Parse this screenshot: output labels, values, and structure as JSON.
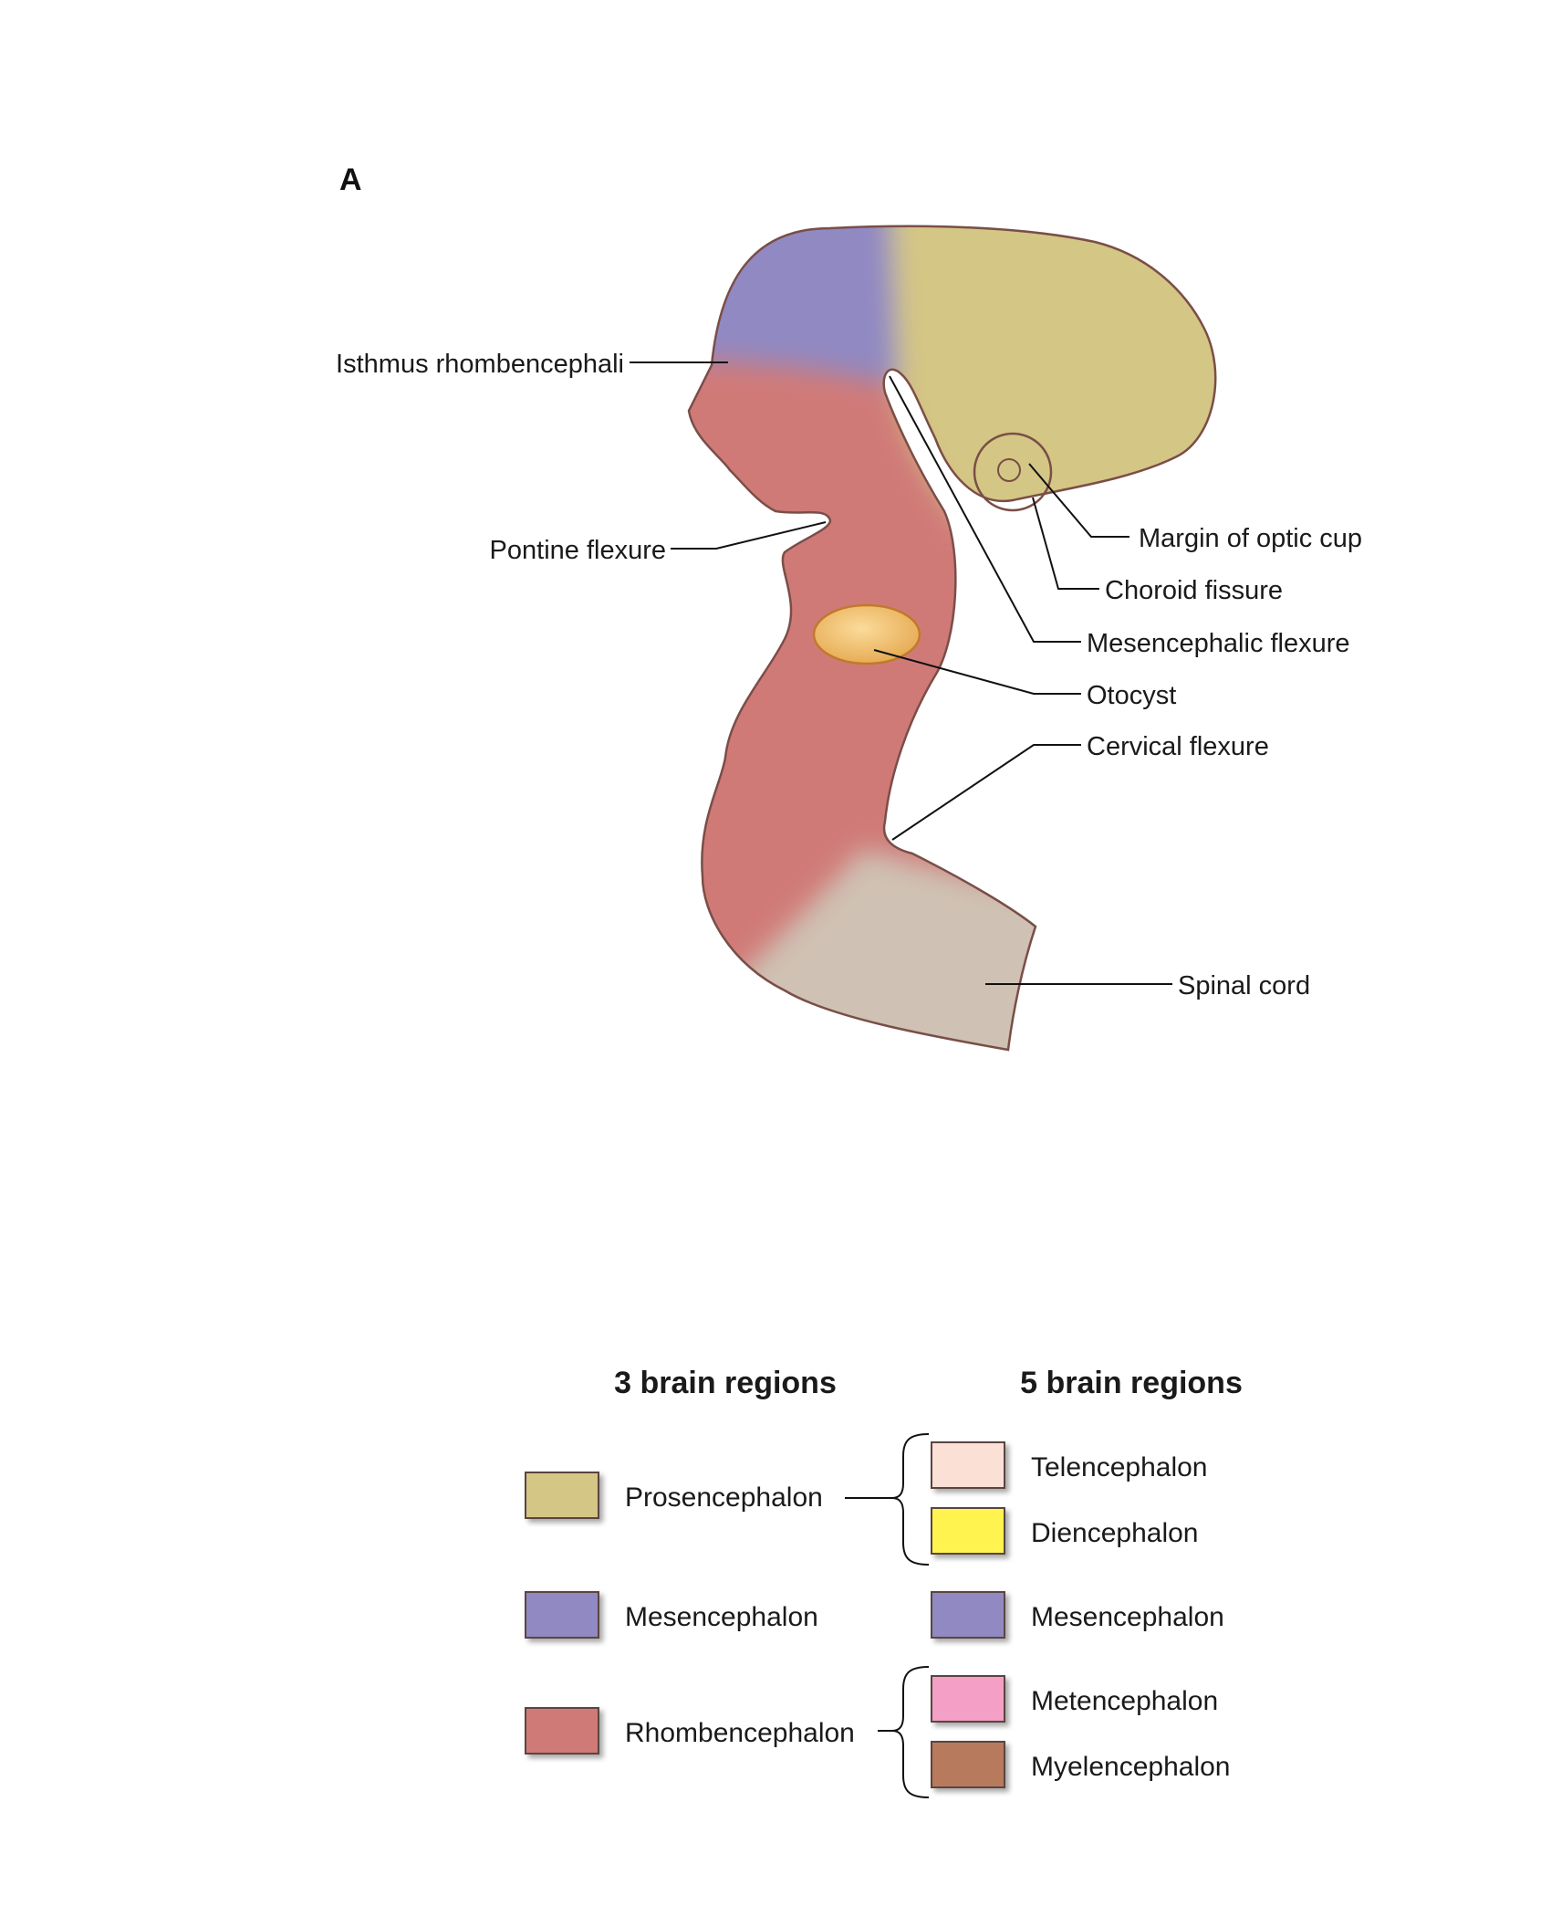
{
  "panel_letter": "A",
  "labels": {
    "isthmus": "Isthmus rhombencephali",
    "pontine": "Pontine flexure",
    "optic_cup": "Margin of optic cup",
    "choroid": "Choroid fissure",
    "mesencephalic": "Mesencephalic flexure",
    "otocyst": "Otocyst",
    "cervical": "Cervical flexure",
    "spinal": "Spinal cord"
  },
  "colors": {
    "prosencephalon": "#d4c684",
    "mesencephalon": "#9189c2",
    "rhombencephalon": "#d07a78",
    "telencephalon": "#fbe0d6",
    "diencephalon": "#fff450",
    "metencephalon": "#f49fc6",
    "myelencephalon": "#b87a5c",
    "spinal_cord": "#cfc1b3",
    "otocyst": "#f0c070",
    "outline": "#7a4e48"
  },
  "legend": {
    "header_3": "3 brain regions",
    "header_5": "5 brain regions",
    "three": [
      {
        "name": "Prosencephalon",
        "color_key": "prosencephalon"
      },
      {
        "name": "Mesencephalon",
        "color_key": "mesencephalon"
      },
      {
        "name": "Rhombencephalon",
        "color_key": "rhombencephalon"
      }
    ],
    "five": [
      {
        "name": "Telencephalon",
        "color_key": "telencephalon"
      },
      {
        "name": "Diencephalon",
        "color_key": "diencephalon"
      },
      {
        "name": "Mesencephalon",
        "color_key": "mesencephalon"
      },
      {
        "name": "Metencephalon",
        "color_key": "metencephalon"
      },
      {
        "name": "Myelencephalon",
        "color_key": "myelencephalon"
      }
    ]
  }
}
